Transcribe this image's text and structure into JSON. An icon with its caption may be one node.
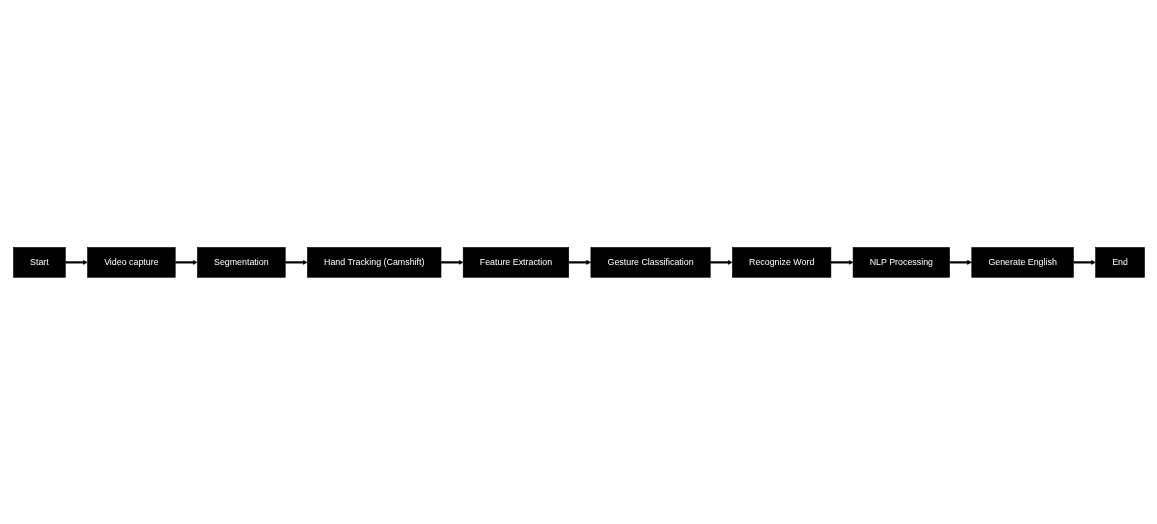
{
  "diagram": {
    "nodes": [
      {
        "text": [
          "Start"
        ]
      },
      {
        "text": [
          "Video capture"
        ]
      },
      {
        "text": [
          "Segmentation"
        ]
      },
      {
        "text": [
          "Hand Tracking (Camshift)"
        ]
      },
      {
        "text": [
          "Feature Extraction"
        ]
      },
      {
        "text": [
          "Gesture Classification"
        ]
      },
      {
        "text": [
          "Recognize Word"
        ]
      },
      {
        "text": [
          "NLP Processing"
        ]
      },
      {
        "text": [
          "Generate English"
        ]
      },
      {
        "text": [
          "End"
        ]
      }
    ],
    "edges": [
      {
        "from": 0,
        "to": 1,
        "arrow": "to"
      },
      {
        "from": 1,
        "to": 2,
        "arrow": "to"
      },
      {
        "from": 2,
        "to": 3,
        "arrow": "to"
      },
      {
        "from": 3,
        "to": 4,
        "arrow": "to"
      },
      {
        "from": 4,
        "to": 5,
        "arrow": "to"
      },
      {
        "from": 5,
        "to": 6,
        "arrow": "to"
      },
      {
        "from": 6,
        "to": 7,
        "arrow": "to"
      },
      {
        "from": 7,
        "to": 8,
        "arrow": "to"
      },
      {
        "from": 8,
        "to": 9,
        "arrow": "to"
      }
    ]
  }
}
